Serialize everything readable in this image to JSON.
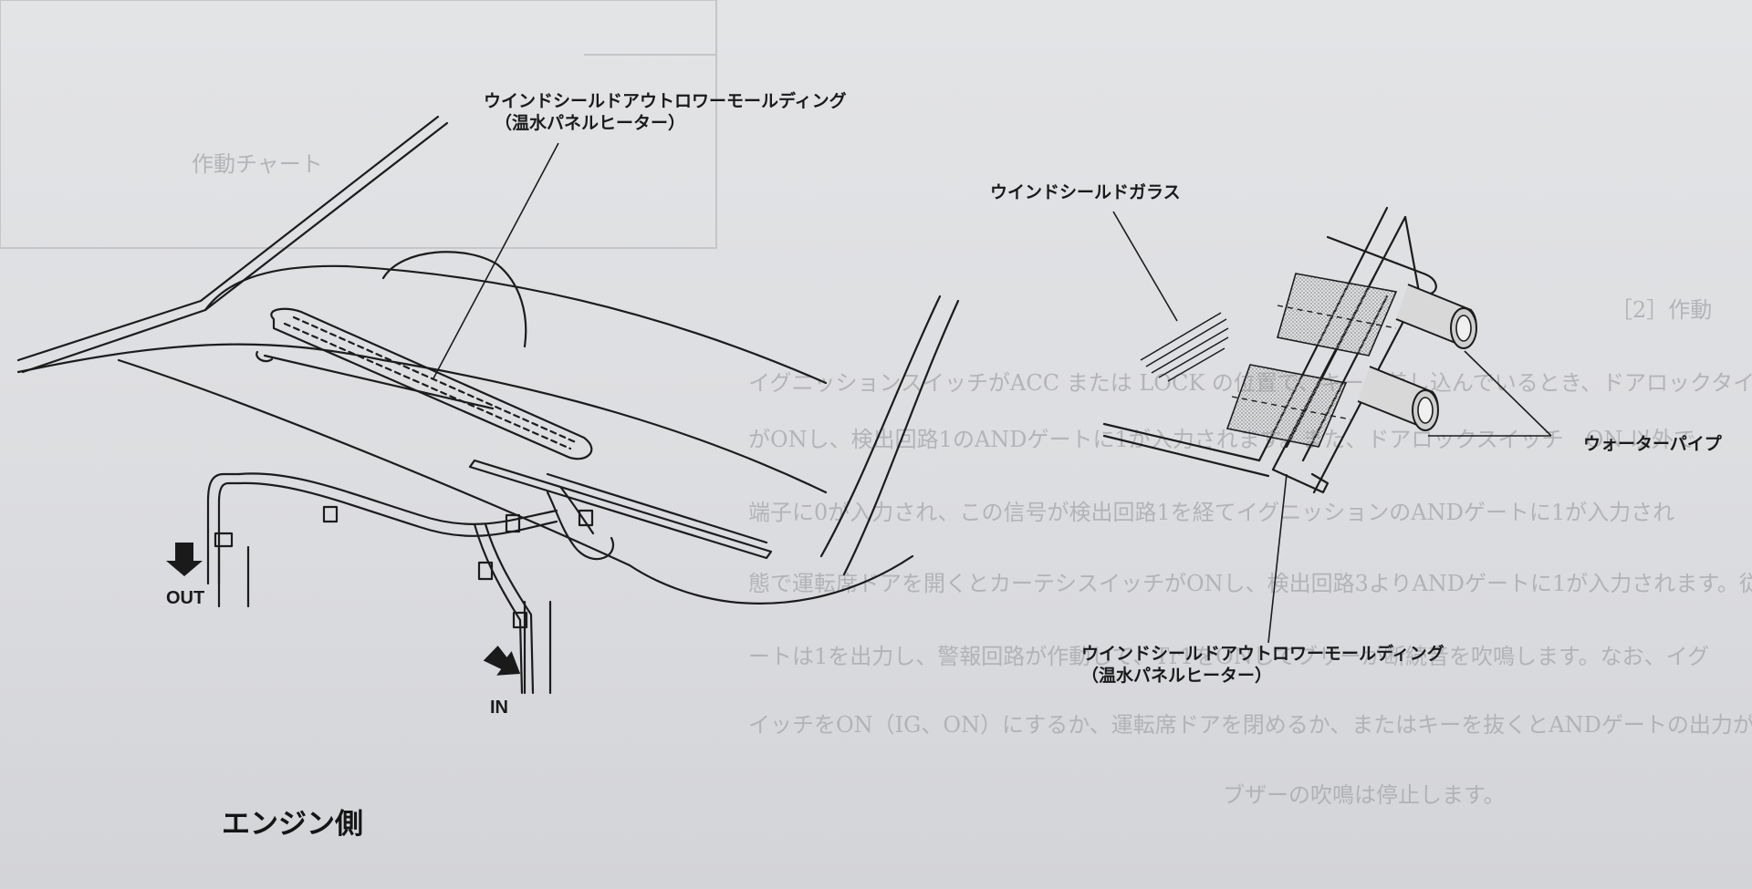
{
  "labels": {
    "moulding_top_line1": "ウインドシールドアウトロワーモールディング",
    "moulding_top_line2": "（温水パネルヒーター）",
    "glass": "ウインドシールドガラス",
    "water_pipe": "ウォーターパイプ",
    "moulding_bottom_line1": "ウインドシールドアウトロワーモールディング",
    "moulding_bottom_line2": "（温水パネルヒーター）",
    "out": "OUT",
    "in": "IN",
    "engine_side": "エンジン側"
  },
  "bleed_through": {
    "heading": "［2］作動",
    "chart_title": "作動チャート",
    "line1": "イグニッションスイッチがACC または LOCK の位置で、キーが差し込んでいるとき、ドアロックタイマー",
    "line2": "がONし、検出回路1のANDゲートに1が入力されます。また、ドアロックスイッチ　ON 以外で",
    "line3": "端子に0が入力され、この信号が検出回路1を経てイグニッションのANDゲートに1が入力され",
    "line4": "態で運転席ドアを開くとカーテシスイッチがONし、検出回路3よりANDゲートに1が入力されます。従",
    "line5": "ートは1を出力し、警報回路が作動して、Tr1をONしてブザーが断続音を吹鳴します。なお、イグ",
    "line6": "イッチをON（IG、ON）にするか、運転席ドアを閉めるか、またはキーを抜くとANDゲートの出力が",
    "line7": "ブザーの吹鳴は停止します。"
  },
  "colors": {
    "background": "#dfe0e3",
    "ink": "#1a1a1a",
    "hatch": "#9a9a9a"
  }
}
